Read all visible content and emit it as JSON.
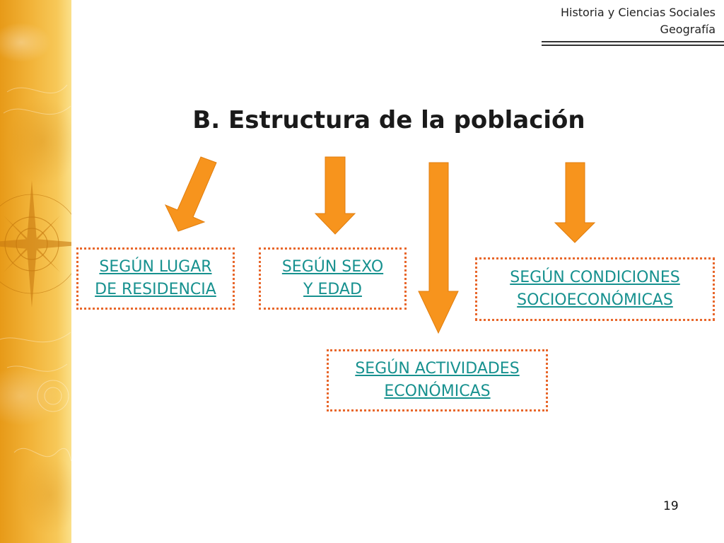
{
  "header": {
    "line1": "Historia y Ciencias Sociales",
    "line2": "Geografía"
  },
  "title": "B. Estructura de la población",
  "boxes": {
    "residencia": {
      "line1": "SEGÚN LUGAR ",
      "line2": "DE RESIDENCIA"
    },
    "sexo_edad": {
      "line1": "SEGÚN SEXO ",
      "line2": "Y EDAD"
    },
    "actividades": {
      "line1": "SEGÚN ACTIVIDADES",
      "line2": "ECONÓMICAS"
    },
    "condiciones": {
      "line1": "SEGÚN CONDICIONES ",
      "line2": "SOCIOECONÓMICAS"
    }
  },
  "page_number": "19",
  "colors": {
    "arrow_fill": "#f7941d",
    "arrow_stroke": "#e07e0f",
    "link_text": "#17918f",
    "box_border": "#e8672b",
    "side_panel": "#f2b43a"
  }
}
